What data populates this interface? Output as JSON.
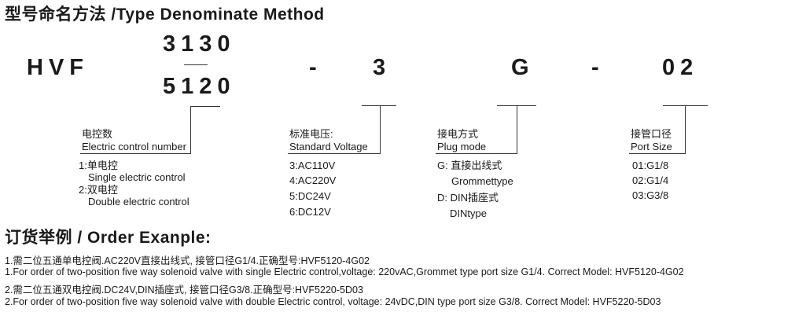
{
  "header": {
    "title": "型号命名方法 /Type Denominate Method"
  },
  "model_code": {
    "prefix": "HVF",
    "series_top": "3130",
    "series_bottom": "5120",
    "dash1": "-",
    "voltage_code": "3",
    "plug_code": "G",
    "dash2": "-",
    "port_code": "02"
  },
  "groups": {
    "control": {
      "title_cn": "电控数",
      "title_en": "Electric control number",
      "items": [
        {
          "line1": "1:单电控",
          "line2": "Single electric control"
        },
        {
          "line1": "2:双电控",
          "line2": "Double electric control"
        }
      ]
    },
    "voltage": {
      "title_cn": "标准电压:",
      "title_en": "Standard Voltage",
      "items": [
        "3:AC110V",
        "4:AC220V",
        "5:DC24V",
        "6:DC12V"
      ]
    },
    "plug": {
      "title_cn": "接电方式",
      "title_en": "Plug mode",
      "items": [
        {
          "line1": "G: 直接出线式",
          "line2": "Grommettype"
        },
        {
          "line1": "D: DIN插座式",
          "line2": "DINtype"
        }
      ]
    },
    "port": {
      "title_cn": "接管口径",
      "title_en": "Port Size",
      "items": [
        "01:G1/8",
        "02:G1/4",
        "03:G3/8"
      ]
    }
  },
  "order": {
    "title": "订货举例 / Order Exanple:",
    "lines": [
      "1.需二位五通单电控阀.AC220V直接出线式, 接管口径G1/4.正确型号:HVF5120-4G02",
      "1.For order of two-position five way solenoid valve with single Electric control,voltage: 220vAC,Grommet type port size G1/4. Correct Model: HVF5120-4G02",
      "2.需二位五通双电控阀.DC24V,DIN插座式, 接管口径G3/8.正确型号:HVF5220-5D03",
      "2.For order of two-position five way solenoid valve with double Electric control, voltage: 24vDC,DIN type port size G3/8. Correct Model: HVF5220-5D03"
    ]
  }
}
